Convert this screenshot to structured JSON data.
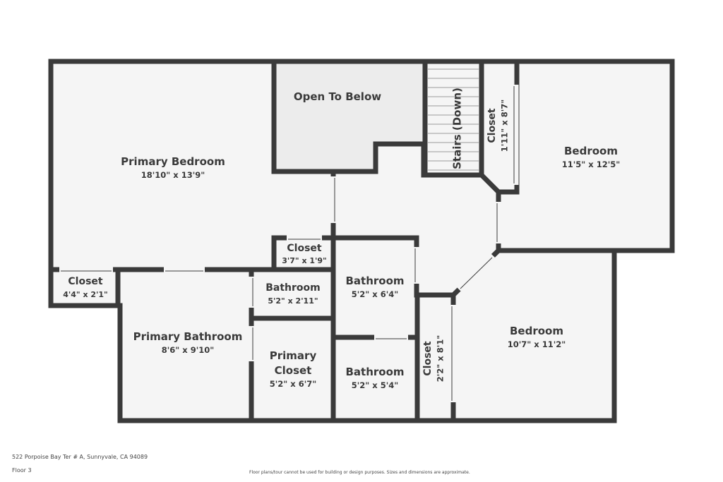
{
  "rooms": {
    "open_to_below": {
      "name": "Open To Below"
    },
    "stairs": {
      "name": "Stairs (Down)"
    },
    "closet_top": {
      "name": "Closet",
      "dims": "1'11\" x 8'7\""
    },
    "bedroom_ne": {
      "name": "Bedroom",
      "dims": "11'5\" x 12'5\""
    },
    "primary_bedroom": {
      "name": "Primary Bedroom",
      "dims": "18'10\" x 13'9\""
    },
    "closet_small": {
      "name": "Closet",
      "dims": "3'7\" x 1'9\""
    },
    "closet_left": {
      "name": "Closet",
      "dims": "4'4\" x 2'1\""
    },
    "bathroom_small": {
      "name": "Bathroom",
      "dims": "5'2\" x 2'11\""
    },
    "bathroom_mid": {
      "name": "Bathroom",
      "dims": "5'2\" x 6'4\""
    },
    "primary_bathroom": {
      "name": "Primary Bathroom",
      "dims": "8'6\" x 9'10\""
    },
    "primary_closet": {
      "name_line1": "Primary",
      "name_line2": "Closet",
      "dims": "5'2\" x 6'7\""
    },
    "bathroom_bottom": {
      "name": "Bathroom",
      "dims": "5'2\" x 5'4\""
    },
    "closet_vertical": {
      "name": "Closet",
      "dims": "2'2\" x 8'1\""
    },
    "bedroom_se": {
      "name": "Bedroom",
      "dims": "10'7\" x 11'2\""
    }
  },
  "footer": {
    "address": "522 Porpoise Bay Ter # A, Sunnyvale, CA 94089",
    "floor": "Floor 3",
    "disclaimer": "Floor plans/tour cannot be used for building or design purposes. Sizes and dimensions are approximate."
  },
  "colors": {
    "wall": "#3a3a3a",
    "floor": "#f5f5f5",
    "open_to_below": "#ececec",
    "background": "#ffffff"
  }
}
